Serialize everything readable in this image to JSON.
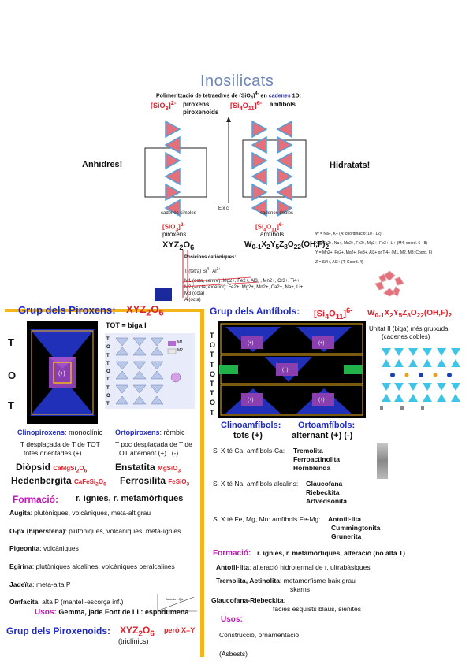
{
  "title": "Inosilicats",
  "top": {
    "polymer_note": "Polimerització de tetraedres de (SiO",
    "polymer_note_sub": "4",
    "polymer_note_end": ")",
    "polymer_note_sup": "4-",
    "polymer_note_tail": " en",
    "polymer_note_cadenes": "cadenes",
    "polymer_note_1d": " 1D:",
    "sio3": "[SiO",
    "sio3_sub": "3",
    "sio3_end": "]",
    "sio3_sup": "2-",
    "piroxens": "piroxens",
    "piroxenoids": "piroxenoids",
    "si4o11": "[Si",
    "si4o11_sub1": "4",
    "si4o11_mid": "O",
    "si4o11_sub2": "11",
    "si4o11_end": "]",
    "si4o11_sup": "6-",
    "amfibols": "amfíbols",
    "anhidres": "Anhidres!",
    "hidratats": "Hidratats!",
    "cadenes_simples": "cadenes simples",
    "eix_c": "Eix c",
    "cadenes_dobles": "cadenes dobles",
    "lower_sio3": "[SiO",
    "lower_sio3_sub": "3",
    "lower_sio3_end": "]",
    "lower_sio3_sup": "2-",
    "lower_piroxens": "piroxens",
    "formula_xyz": "XYZ",
    "formula_xyz_sub": "2",
    "formula_xyz_o": "O",
    "formula_xyz_osub": "6",
    "lower_si4o11": "[Si",
    "lower_si4o11_sub1": "4",
    "lower_si4o11_mid": "O",
    "lower_si4o11_sub2": "11",
    "lower_si4o11_end": "]",
    "lower_si4o11_sup": "6-",
    "lower_amfibols": "amfíbols",
    "amph_formula": "W",
    "amph_formula_sub1": "0-1",
    "amph_formula_x": "X",
    "amph_formula_sub2": "2",
    "amph_formula_y": "Y",
    "amph_formula_sub3": "5",
    "amph_formula_z": "Z",
    "amph_formula_sub4": "8",
    "amph_formula_o": "O",
    "amph_formula_sub5": "22",
    "amph_formula_end": "(OH,F)",
    "amph_formula_sub6": "2",
    "posicions": "Posicions catiòniques:",
    "pos_t": "T (tetra)  Si",
    "pos_t_rest": "4+",
    "pos_t_al": "  Al",
    "pos_t_al_sup": "3+",
    "pos_m1": "M1 (octa, centre): Mg",
    "pos_m1_rest": "2+, Fe2+, Al3+, Mn2+, Cr3+, Ti4+",
    "pos_m2": "M2 (=octa, exterior): Fe2+, Mg2+, Mn2+, Ca2+, Na+, Li+",
    "pos_m3": "M3 (octa)",
    "pos_a": "A (octa)",
    "right_w": "W = Na+, K+  (A: coordinació: 10 - 12)",
    "right_x": "X = Ca2+, Na+, Mn2+, Fe2+, Mg2+, Fe3+, Li+  (M4: coord. 6 - 8)",
    "right_y": "Y = Mn2+, Fe2+, Mg2+, Fe3+, Al3+ or Ti4+  (M1, M2, M3: Coord. 6)",
    "right_z": "Z = Si4+, Al3+  (T: Coord. 4)"
  },
  "piroxens": {
    "heading": "Grup dels Piroxens:",
    "formula": "XYZ",
    "formula_sub": "2",
    "formula_o": "O",
    "formula_osub": "6",
    "tot_biga": "TOT = biga I",
    "tot_labels": [
      "T",
      "O",
      "T"
    ],
    "mini_tot": [
      "T",
      "O",
      "T",
      "T",
      "O",
      "T",
      "T",
      "O",
      "T"
    ],
    "legend_m1": "M1",
    "legend_m2": "M2",
    "clino_label": "Clinopiroxens",
    "clino_desc": ": monoclínic",
    "orto_label": "Ortopiroxens",
    "orto_desc": ": ròmbic",
    "clino_note1": "T desplaçada de T de TOT",
    "clino_note2": "totes orientades (+)",
    "orto_note1": "T poc desplaçada de T de",
    "orto_note2": "TOT  alternant (+) i (-)",
    "diopsid": "Diòpsid",
    "diopsid_formula": "CaMgSi",
    "diopsid_sub1": "2",
    "diopsid_o": "O",
    "diopsid_sub2": "6",
    "enstatita": "Enstatita",
    "enstatita_formula": "MgSiO",
    "enstatita_sub": "3",
    "hedenbergita": "Hedenbergita",
    "hedenbergita_formula": "CaFeSi",
    "hedenbergita_sub1": "2",
    "hedenbergita_o": "O",
    "hedenbergita_sub2": "6",
    "ferrosilita": "Ferrosilita",
    "ferrosilita_formula": "FeSiO",
    "ferrosilita_sub": "3",
    "formacio_label": "Formació:",
    "formacio_value": "r. ígnies, r. metamòrfiques",
    "items": [
      {
        "name": "Augita",
        "desc": ": plutòniques, volcàniques, meta-alt grau"
      },
      {
        "name": "O-px (hiperstena)",
        "desc": ": plutòniques, volcàniques, meta-ígnies"
      },
      {
        "name": "Pigeonita",
        "desc": ": volcàniques"
      },
      {
        "name": "Egirina",
        "desc": ": plutòniques alcalines, volcàniques peralcalines"
      },
      {
        "name": "Jadeïta",
        "desc": ": meta-alta P"
      },
      {
        "name": "Omfacita",
        "desc": ": alta P (mantell-escorça inf.)"
      }
    ],
    "usos_label": "Usos:",
    "usos_value": "Gemma, jade  Font de Li : espodumena",
    "jadeita_chart_label": "Jadeita - Qtz"
  },
  "piroxenoids": {
    "heading": "Grup dels Piroxenoids:",
    "formula": "XYZ",
    "formula_sub": "2",
    "formula_o": "O",
    "formula_osub": "6",
    "note": "però X=Y",
    "sub": "(triclínics)"
  },
  "amfibols": {
    "heading": "Grup dels Amfíbols:",
    "anion": "[Si",
    "anion_sub1": "4",
    "anion_mid": "O",
    "anion_sub2": "11",
    "anion_end": "]",
    "anion_sup": "6-",
    "formula": "W",
    "formula_sub1": "0-1",
    "formula_x": "X",
    "formula_sub2": "2",
    "formula_y": "Y",
    "formula_sub3": "5",
    "formula_z": "Z",
    "formula_sub4": "8",
    "formula_o": "O",
    "formula_sub5": "22",
    "formula_end": "(OH,F)",
    "formula_sub6": "2",
    "unitat_line1": "Unitat II (biga) més gruixuda",
    "unitat_line2": "(cadenes dobles)",
    "tot_labels": [
      "T",
      "O",
      "T",
      "T",
      "O",
      "T",
      "T",
      "O",
      "T"
    ],
    "clino_label": "Clinoamfíbols:",
    "clino_desc": "tots (+)",
    "orto_label": "Ortoamfíbols:",
    "orto_desc": "alternant (+) (-)",
    "ca_intro": "Si X té Ca: amfíbols-Ca:",
    "ca_list": [
      "Tremolita",
      "Ferroactinolita",
      "Hornblenda"
    ],
    "na_intro": "Si X té Na: amfíbols alcalins:",
    "na_list": [
      "Glaucofana",
      "Riebeckita",
      "Arfvedsonita"
    ],
    "fe_intro": "Si X té Fe, Mg, Mn: amfíbols Fe-Mg:",
    "fe_list": [
      "Antofil·lita",
      "Cummingtonita",
      "Grunerita"
    ],
    "formacio_label": "Formació:",
    "formacio_value": "r. ígnies, r. metamòrfiques, alteració  (no alta T)",
    "items": [
      {
        "name": "Antofil·lita",
        "desc": ": alteració hidrotermal de r. ultrabàsiques"
      },
      {
        "name": "Tremolita, Actinolita",
        "desc": ": metamorfisme baix grau"
      },
      {
        "name": "",
        "desc": "skarns"
      },
      {
        "name": "Glaucofana-Riebeckita",
        "desc": ":"
      },
      {
        "name": "",
        "desc": "fàcies esquists blaus, sienites"
      }
    ],
    "usos_label": "Usos:",
    "usos_items": [
      "Construcció, ornamentació",
      "(Asbests)"
    ]
  },
  "colors": {
    "title": "#6f86b8",
    "blue": "#1f2bc9",
    "red": "#e0202a",
    "pink": "#c414b8",
    "yellow": "#f2b51c"
  }
}
